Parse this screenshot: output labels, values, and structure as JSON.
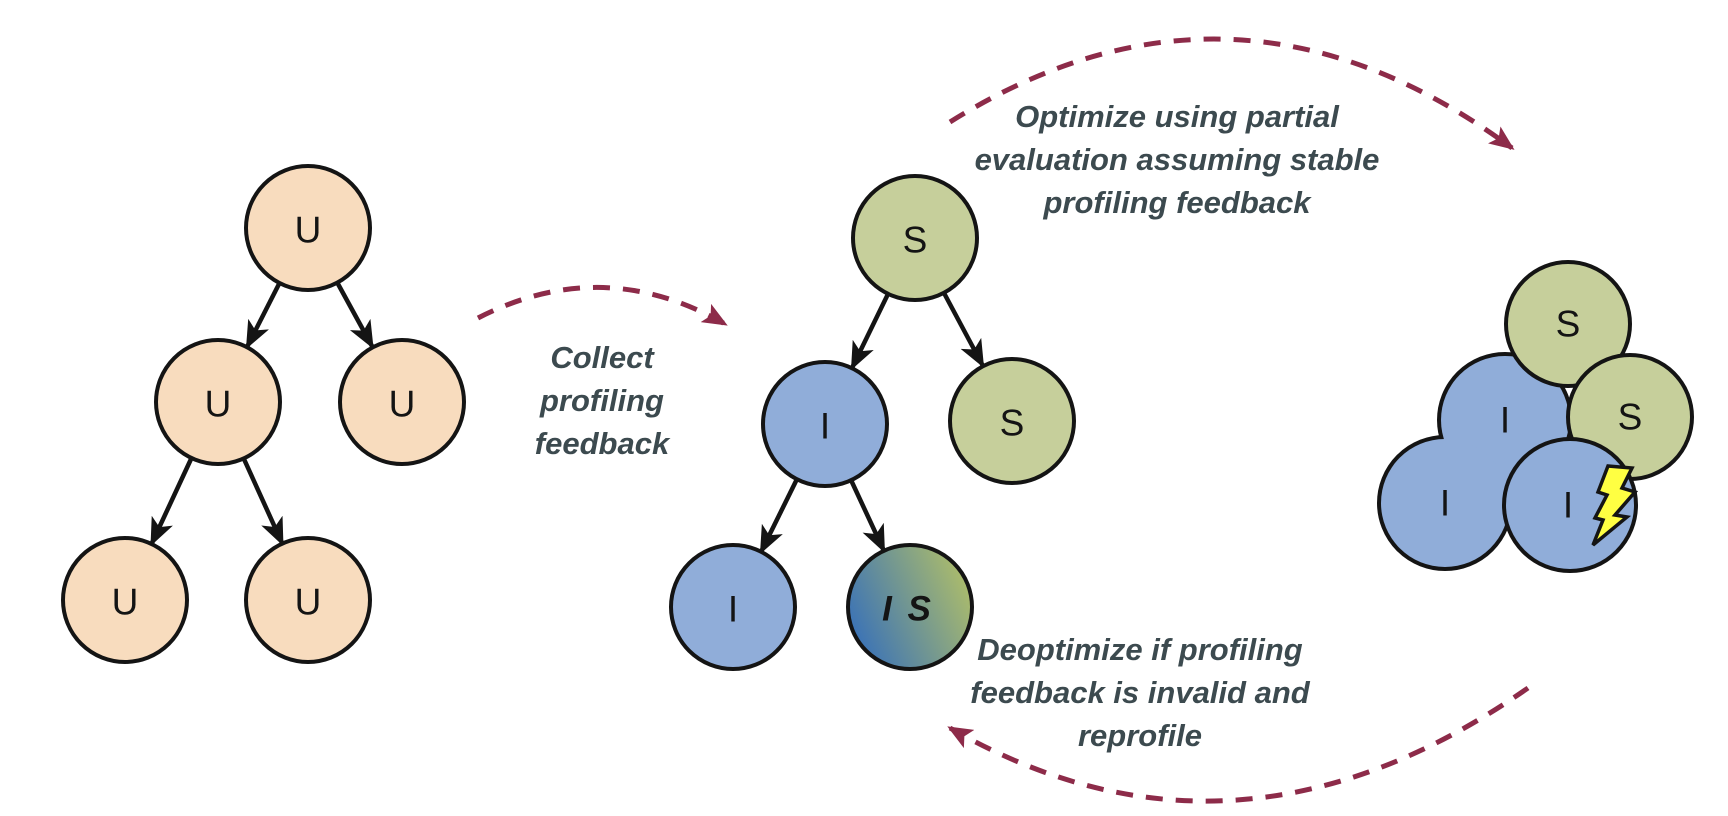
{
  "labels": {
    "collect": "Collect\nprofiling\nfeedback",
    "optimize": "Optimize using partial\nevaluation assuming stable\nprofiling feedback",
    "deoptimize": "Deoptimize if profiling\nfeedback is invalid and\nreprofile"
  },
  "trees": {
    "unoptimized": {
      "nodes": [
        "U",
        "U",
        "U",
        "U",
        "U"
      ]
    },
    "profiled": {
      "nodes": [
        "S",
        "I",
        "S",
        "I",
        "I S"
      ]
    }
  },
  "cluster": {
    "nodes": [
      "S",
      "I",
      "S",
      "I",
      "I"
    ]
  },
  "icons": {
    "invalidation": "lightning-bolt"
  },
  "colors": {
    "unoptimized_fill": "#F8DCBE",
    "interpreter_fill": "#90ADD9",
    "stable_fill": "#C6CF9B",
    "gradient_blue": "#3D74B5",
    "gradient_green": "#A9BA6D",
    "node_stroke": "#141414",
    "edge_color": "#141414",
    "cycle_arrow": "#8D2B49",
    "label_text": "#3C4A4F",
    "bolt_fill": "#FFFF42"
  }
}
